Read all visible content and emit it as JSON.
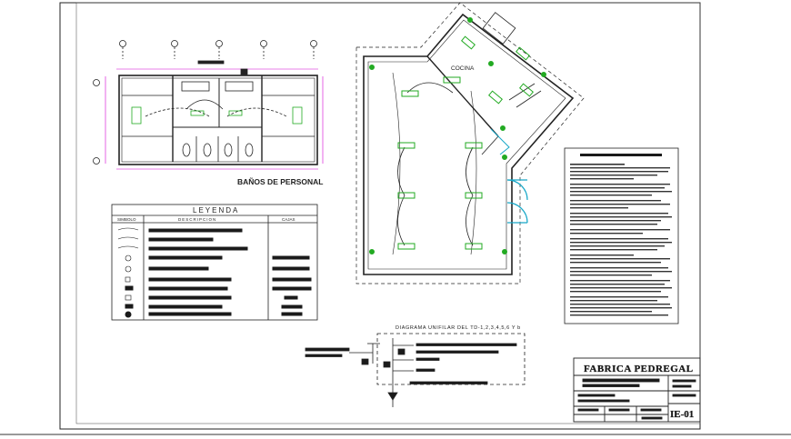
{
  "plans": {
    "banos_title": "BAÑOS DE PERSONAL",
    "cocina_label": "COCINA"
  },
  "legend": {
    "title": "LEYENDA",
    "col_symbol": "SIMBOLO",
    "col_description": "DESCRIPCION",
    "col_cajas": "CAJAS"
  },
  "diagram": {
    "title": "DIAGRAMA UNIFILAR DEL TD-1,2,3,4,5,6 Y b"
  },
  "title_block": {
    "company": "FABRICA PEDREGAL",
    "sheet_code": "IE-01"
  },
  "colors": {
    "line": "#1a1a1a",
    "accent_green": "#22aa22",
    "accent_magenta": "#d400d4",
    "accent_cyan": "#19a8c8"
  }
}
